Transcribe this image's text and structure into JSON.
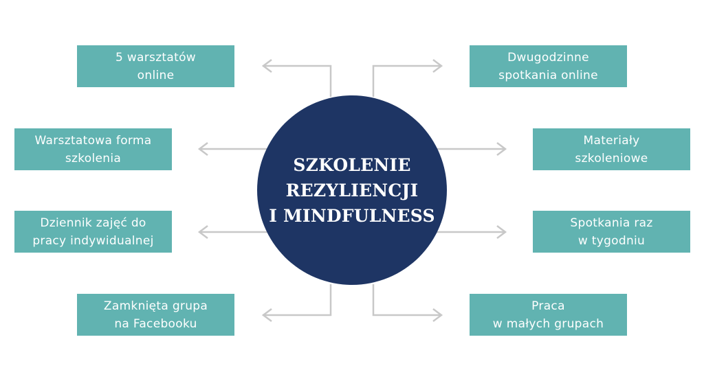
{
  "center": {
    "title": "SZKOLENIE\nREZYLIENCJI\nI MINDFULNESS",
    "color": "#1e3564"
  },
  "boxes": {
    "color": "#61b3b1",
    "left": [
      "5 warsztatów\nonline",
      "Warsztatowa forma\nszkolenia",
      "Dziennik zajęć do\npracy indywidualnej",
      "Zamknięta grupa\nna Facebooku"
    ],
    "right": [
      "Dwugodzinne\nspotkania online",
      "Materiały\nszkoleniowe",
      "Spotkania raz\nw tygodniu",
      "Praca\nw małych grupach"
    ]
  },
  "connector_color": "#c8c8c8"
}
